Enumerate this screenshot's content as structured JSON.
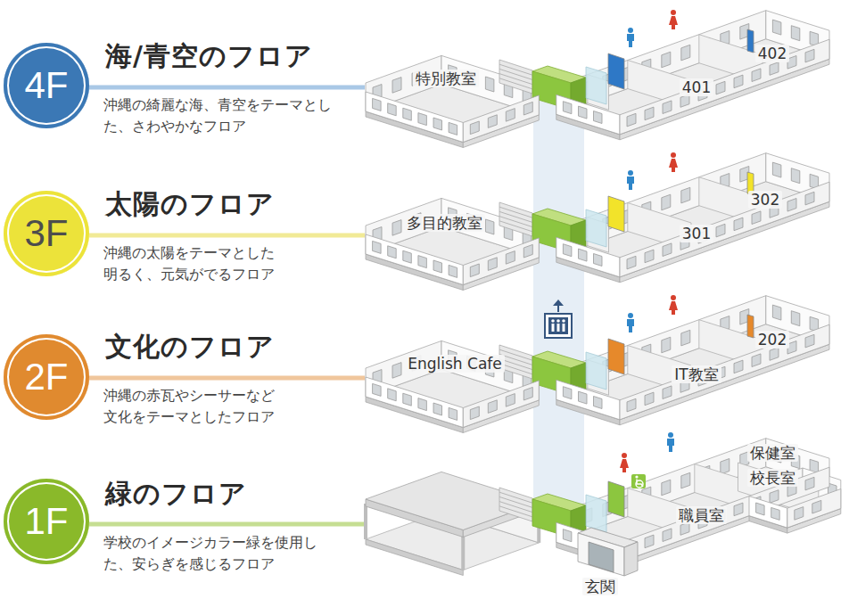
{
  "diagram": {
    "nodes": [
      {
        "text": [
          "4F"
        ]
      },
      {
        "text": [
          "3F"
        ]
      },
      {
        "text": [
          "2F"
        ]
      },
      {
        "text": [
          "1F"
        ]
      }
    ],
    "labels": [
      "海/青空のフロア",
      "沖縄の綺麗な海、青空をテーマとし た、さわやかなフロア",
      "太陽のフロア",
      "沖縄の太陽をテーマとした 明るく、元気がでるフロア",
      "文化のフロア",
      "沖縄の赤瓦やシーサーなど 文化をテーマとしたフロア",
      "緑のフロア",
      "学校のイメージカラー緑を使用し た、安らぎを感じるフロア",
      "特別教室",
      "402",
      "401",
      "多目的教室",
      "302",
      "301",
      "English Cafe",
      "202",
      "IT教室",
      "保健室",
      "校長室",
      "職員室",
      "玄関"
    ]
  }
}
